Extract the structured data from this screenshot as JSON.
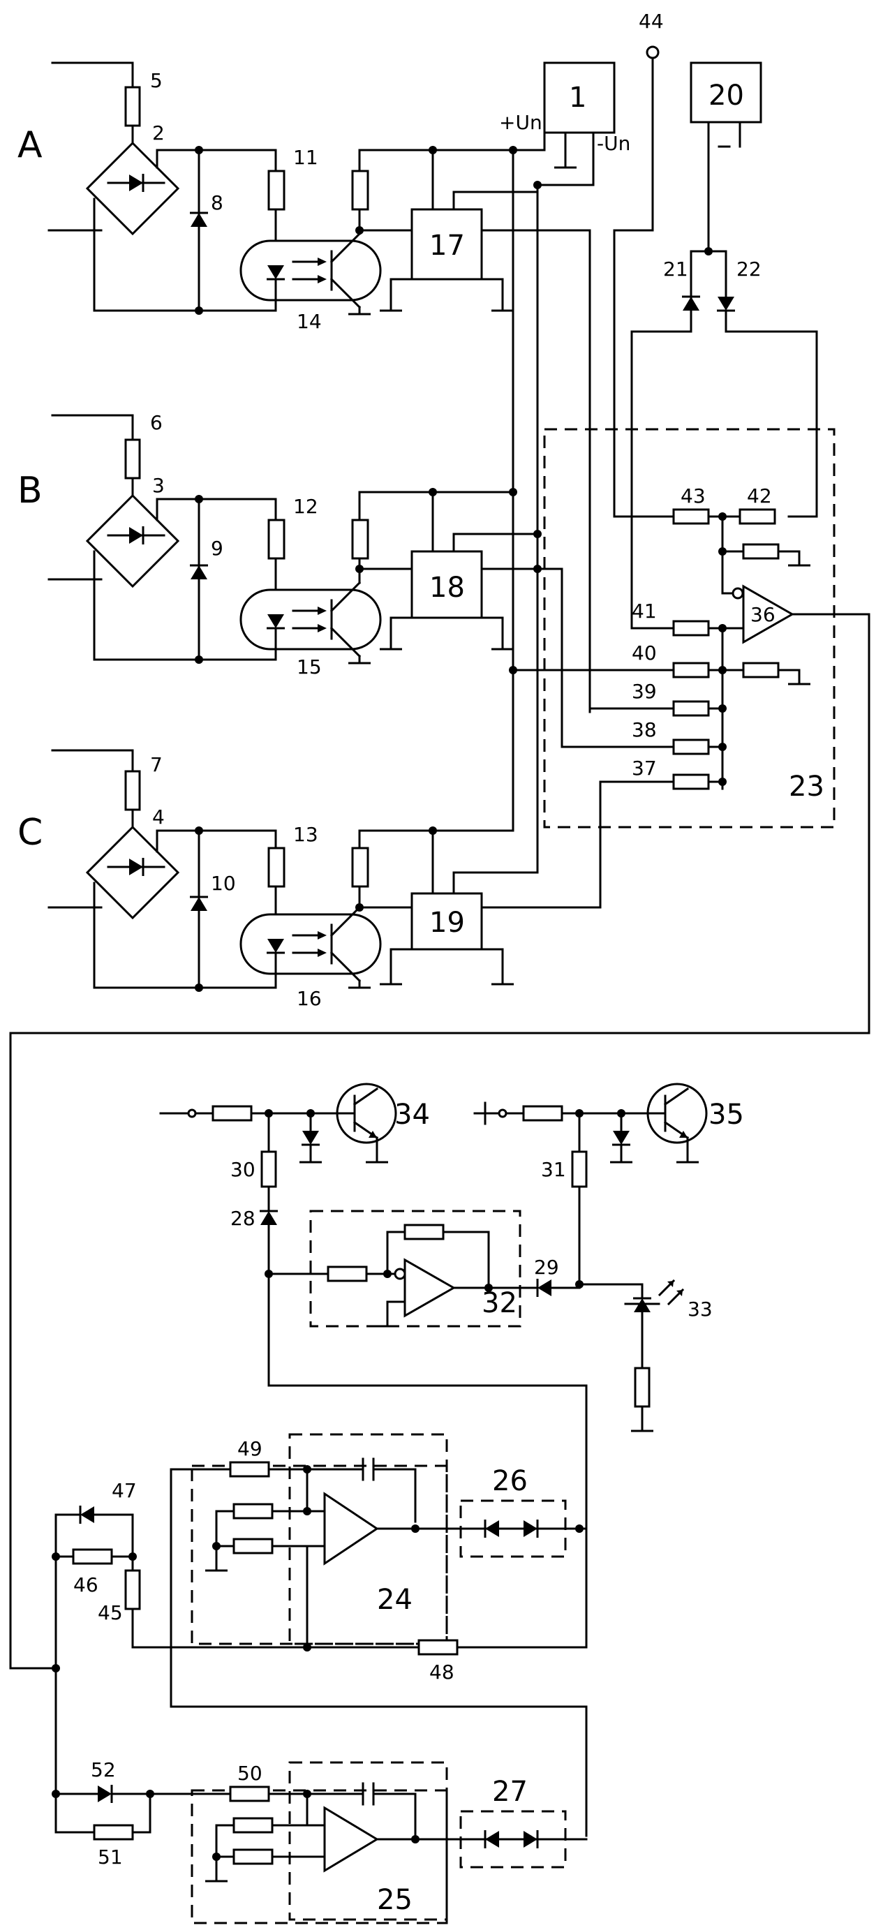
{
  "phases": [
    "A",
    "B",
    "C"
  ],
  "power": {
    "pos": "+Un",
    "neg": "-Un"
  },
  "labels": {
    "n1": "1",
    "n2": "2",
    "n3": "3",
    "n4": "4",
    "n5": "5",
    "n6": "6",
    "n7": "7",
    "n8": "8",
    "n9": "9",
    "n10": "10",
    "n11": "11",
    "n12": "12",
    "n13": "13",
    "n14": "14",
    "n15": "15",
    "n16": "16",
    "n17": "17",
    "n18": "18",
    "n19": "19",
    "n20": "20",
    "n21": "21",
    "n22": "22",
    "n23": "23",
    "n24": "24",
    "n25": "25",
    "n26": "26",
    "n27": "27",
    "n28": "28",
    "n29": "29",
    "n30": "30",
    "n31": "31",
    "n32": "32",
    "n33": "33",
    "n34": "34",
    "n35": "35",
    "n36": "36",
    "n37": "37",
    "n38": "38",
    "n39": "39",
    "n40": "40",
    "n41": "41",
    "n42": "42",
    "n43": "43",
    "n44": "44",
    "n45": "45",
    "n46": "46",
    "n47": "47",
    "n48": "48",
    "n49": "49",
    "n50": "50",
    "n51": "51",
    "n52": "52"
  }
}
